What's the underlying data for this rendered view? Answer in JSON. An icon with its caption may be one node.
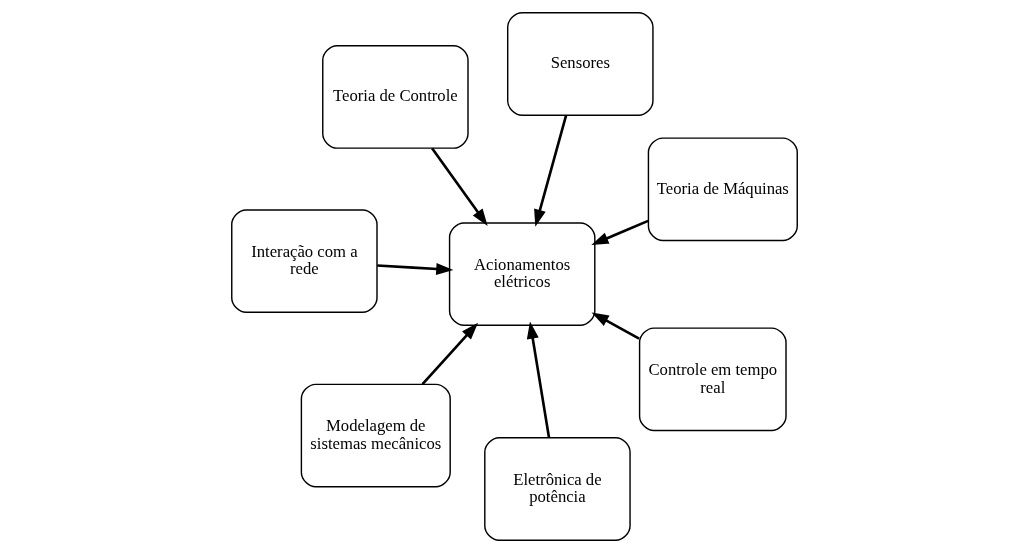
{
  "diagram": {
    "nodes": [
      {
        "text": [
          "Interação com a rede"
        ]
      },
      {
        "text": [
          "Teoria de Máquinas"
        ]
      },
      {
        "text": [
          "Eletrônica de potência"
        ]
      },
      {
        "text": [
          "Sensores"
        ]
      },
      {
        "text": [
          "Acionamentos elétricos"
        ]
      },
      {
        "text": [
          "Teoria de Controle"
        ]
      },
      {
        "text": [
          "Modelagem de sistemas mecânicos"
        ]
      },
      {
        "text": [
          "Controle em tempo real"
        ]
      }
    ],
    "edges": [
      {
        "from": 0,
        "to": 4,
        "arrow": "to"
      },
      {
        "from": 1,
        "to": 4,
        "arrow": "to"
      },
      {
        "from": 2,
        "to": 4,
        "arrow": "to"
      },
      {
        "from": 3,
        "to": 4,
        "arrow": "to"
      },
      {
        "from": 5,
        "to": 4,
        "arrow": "to"
      },
      {
        "from": 6,
        "to": 4,
        "arrow": "to"
      },
      {
        "from": 7,
        "to": 4,
        "arrow": "to"
      }
    ]
  }
}
